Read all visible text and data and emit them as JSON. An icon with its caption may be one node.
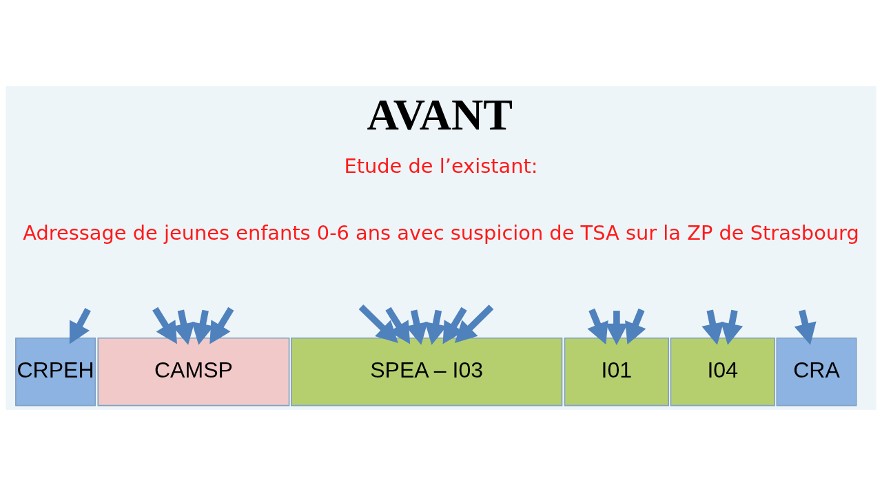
{
  "diagram": {
    "title": "AVANT",
    "nodes": [
      {
        "text": [
          "CRPEH"
        ]
      },
      {
        "text": [
          "CAMSP"
        ]
      },
      {
        "text": [
          "SPEA – I03"
        ]
      },
      {
        "text": [
          "I01"
        ]
      },
      {
        "text": [
          "I04"
        ]
      },
      {
        "text": [
          "CRA"
        ]
      }
    ],
    "edges": [
      {
        "from": null,
        "to": 0,
        "arrow": "to"
      },
      {
        "from": null,
        "to": 1,
        "arrow": "to"
      },
      {
        "from": null,
        "to": 1,
        "arrow": "to"
      },
      {
        "from": null,
        "to": 1,
        "arrow": "to"
      },
      {
        "from": null,
        "to": 1,
        "arrow": "to"
      },
      {
        "from": null,
        "to": 2,
        "arrow": "to"
      },
      {
        "from": null,
        "to": 2,
        "arrow": "to"
      },
      {
        "from": null,
        "to": 2,
        "arrow": "to"
      },
      {
        "from": null,
        "to": 2,
        "arrow": "to"
      },
      {
        "from": null,
        "to": 2,
        "arrow": "to"
      },
      {
        "from": null,
        "to": 2,
        "arrow": "to"
      },
      {
        "from": null,
        "to": 3,
        "arrow": "to"
      },
      {
        "from": null,
        "to": 3,
        "arrow": "to"
      },
      {
        "from": null,
        "to": 3,
        "arrow": "to"
      },
      {
        "from": null,
        "to": 4,
        "arrow": "to"
      },
      {
        "from": null,
        "to": 4,
        "arrow": "to"
      },
      {
        "from": null,
        "to": 5,
        "arrow": "to"
      }
    ],
    "labels": [
      "Etude de l’existant:",
      "Adressage de jeunes enfants 0-6 ans avec suspicion de TSA sur la ZP de Strasbourg"
    ]
  }
}
